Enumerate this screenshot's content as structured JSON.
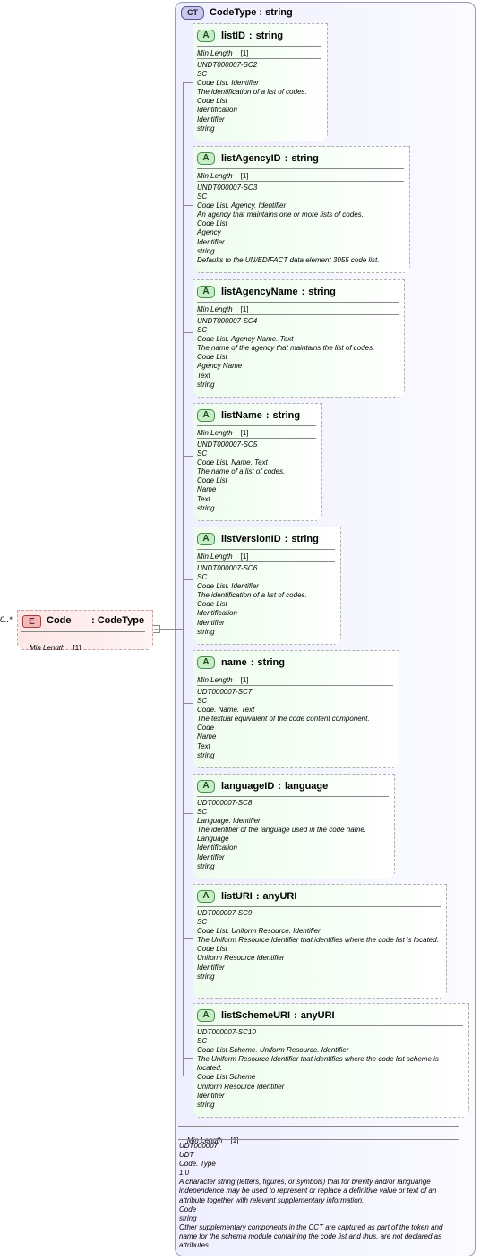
{
  "complex_type": {
    "badge": "CT",
    "name": "CodeType",
    "type": "string"
  },
  "element": {
    "badge": "E",
    "name": "Code",
    "type": "CodeType",
    "cardinality": "0..*",
    "facet_label": "Min Length",
    "facet_value": "[1]",
    "toggle": "−"
  },
  "attributes": [
    {
      "badge": "A",
      "name": "listID",
      "type": "string",
      "facet_label": "Min Length",
      "facet_value": "[1]",
      "doc": [
        "UNDT000007-SC2",
        "SC",
        "Code List. Identifier",
        "The identification of a list of codes.",
        "Code List",
        "Identification",
        "Identifier",
        "string"
      ]
    },
    {
      "badge": "A",
      "name": "listAgencyID",
      "type": "string",
      "facet_label": "Min Length",
      "facet_value": "[1]",
      "doc": [
        "UNDT000007-SC3",
        "SC",
        "Code List. Agency. Identifier",
        "An agency that maintains one or more lists of codes.",
        "Code List",
        "Agency",
        "Identifier",
        "string",
        "Defaults to the UN/EDIFACT data element 3055 code list."
      ]
    },
    {
      "badge": "A",
      "name": "listAgencyName",
      "type": "string",
      "facet_label": "Min Length",
      "facet_value": "[1]",
      "doc": [
        "UNDT000007-SC4",
        "SC",
        "Code List. Agency Name. Text",
        "The name of the agency that maintains the list of codes.",
        "Code List",
        "Agency Name",
        "Text",
        "string"
      ]
    },
    {
      "badge": "A",
      "name": "listName",
      "type": "string",
      "facet_label": "Min Length",
      "facet_value": "[1]",
      "doc": [
        "UNDT000007-SC5",
        "SC",
        "Code List. Name. Text",
        "The name of a list of codes.",
        "Code List",
        "Name",
        "Text",
        "string"
      ]
    },
    {
      "badge": "A",
      "name": "listVersionID",
      "type": "string",
      "facet_label": "Min Length",
      "facet_value": "[1]",
      "doc": [
        "UNDT000007-SC6",
        "SC",
        "Code List. Identifier",
        "The identification of a list of codes.",
        "Code List",
        "Identification",
        "Identifier",
        "string"
      ]
    },
    {
      "badge": "A",
      "name": "name",
      "type": "string",
      "facet_label": "Min Length",
      "facet_value": "[1]",
      "doc": [
        "UDT000007-SC7",
        "SC",
        "Code. Name. Text",
        "The textual equivalent of the code content component.",
        "Code",
        "Name",
        "Text",
        "string"
      ]
    },
    {
      "badge": "A",
      "name": "languageID",
      "type": "language",
      "doc": [
        "UDT000007-SC8",
        "SC",
        "Language. Identifier",
        "The identifier of the language used in the code name.",
        "Language",
        "Identification",
        "Identifier",
        "string"
      ]
    },
    {
      "badge": "A",
      "name": "listURI",
      "type": "anyURI",
      "doc": [
        "UDT000007-SC9",
        "SC",
        "Code List. Uniform Resource. Identifier",
        "The Uniform Resource Identifier that identifies where the code list is located.",
        "Code List",
        "Uniform Resource Identifier",
        "Identifier",
        "string"
      ]
    },
    {
      "badge": "A",
      "name": "listSchemeURI",
      "type": "anyURI",
      "doc": [
        "UDT000007-SC10",
        "SC",
        "Code List Scheme. Uniform Resource. Identifier",
        "The Uniform Resource Identifier that identifies where the code list scheme is located.",
        "Code List Scheme",
        "Uniform Resource Identifier",
        "Identifier",
        "string"
      ]
    }
  ],
  "type_footer": {
    "facet_label": "Min Length",
    "facet_value": "[1]",
    "doc": [
      "UDT000007",
      "UDT",
      "Code. Type",
      "1.0",
      "A character string (letters, figures, or symbols) that for brevity and/or languange independence may be used to represent or replace a definitive value or text of an attribute together with relevant supplementary information.",
      "Code",
      "string",
      "Other supplementary components in the CCT are captured as part of the token and name for the schema module containing the code list and thus, are not declared as attributes."
    ]
  }
}
